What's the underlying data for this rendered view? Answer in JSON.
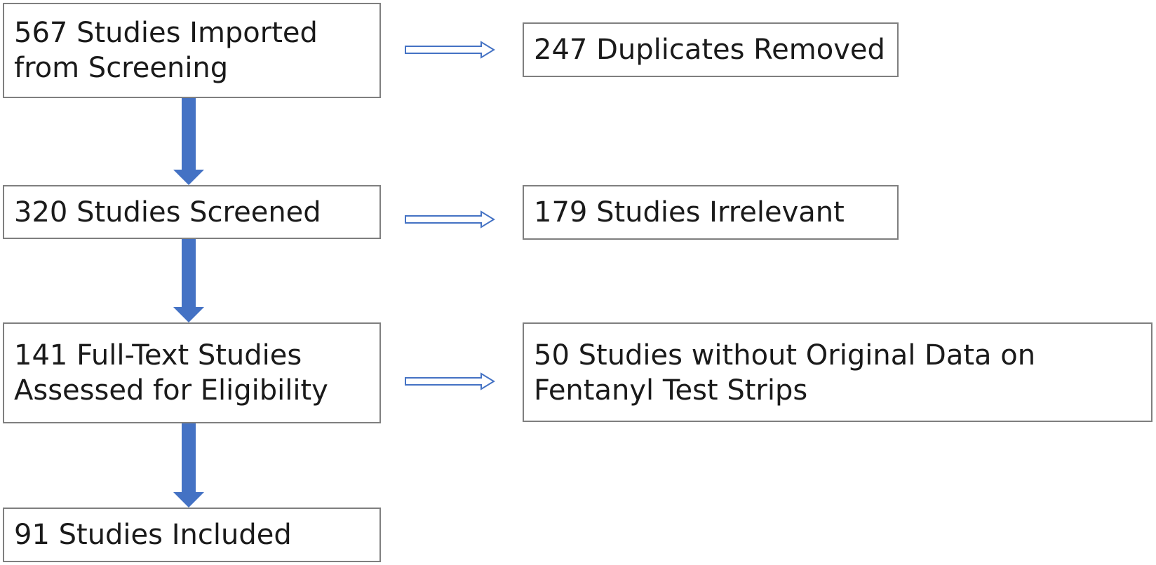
{
  "flow": {
    "imported": {
      "lines": [
        "567 Studies Imported",
        "from Screening"
      ]
    },
    "screened": {
      "lines": [
        "320 Studies Screened"
      ]
    },
    "fulltext": {
      "lines": [
        "141 Full-Text Studies",
        "Assessed for Eligibility"
      ]
    },
    "included": {
      "lines": [
        "91 Studies Included"
      ]
    }
  },
  "exclusions": {
    "duplicates": {
      "lines": [
        "247 Duplicates Removed"
      ]
    },
    "irrelevant": {
      "lines": [
        "179 Studies Irrelevant"
      ]
    },
    "nodata": {
      "lines": [
        "50 Studies without Original Data on",
        "Fentanyl Test Strips"
      ]
    }
  },
  "colors": {
    "vertical_arrow": "#4472c4",
    "horizontal_arrow_outline": "#4472c4",
    "box_border": "#7f7f7f"
  }
}
